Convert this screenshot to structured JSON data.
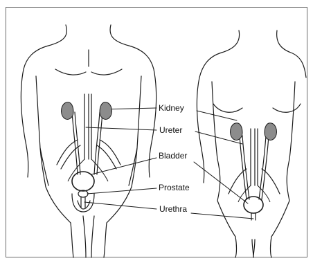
{
  "labels": {
    "kidney": "Kidney",
    "ureter": "Ureter",
    "bladder": "Bladder",
    "prostate": "Prostate",
    "urethra": "Urethra"
  },
  "figures": [
    "male-figure",
    "female-figure"
  ],
  "colors": {
    "outline": "#1a1a1a",
    "kidney_fill": "#8c8c8c",
    "frame": "#6a6a6a",
    "background": "#ffffff"
  }
}
